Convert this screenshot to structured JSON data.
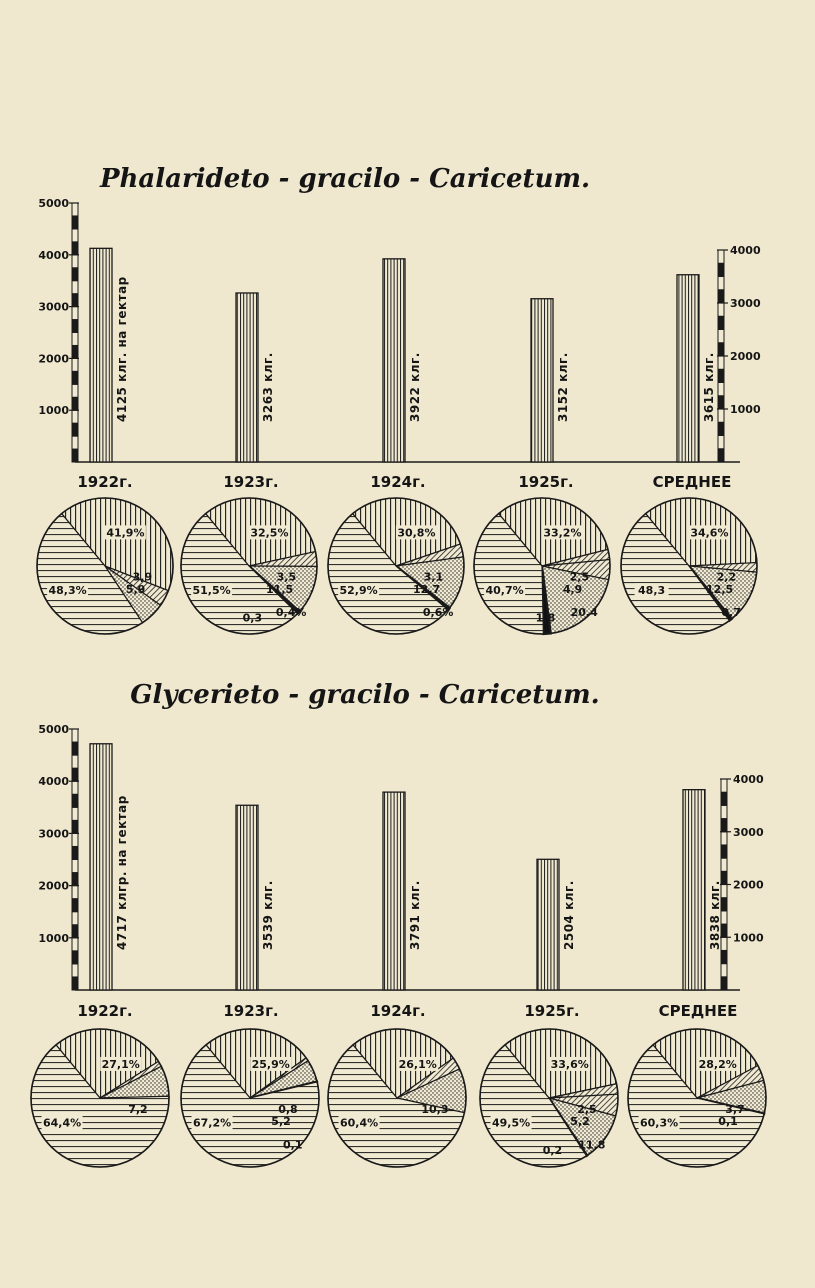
{
  "chart_data": [
    {
      "type": "bar",
      "title": "Phalarideto - gracilo - Caricetum.",
      "categories": [
        "1922г.",
        "1923г.",
        "1924г.",
        "1925г.",
        "СРЕДНЕЕ"
      ],
      "values": [
        4125,
        3263,
        3922,
        3152,
        3615
      ],
      "bar_labels": [
        "4125 клг. на гектар",
        "3263 клг.",
        "3922 клг.",
        "3152 клг.",
        "3615 клг."
      ],
      "ylim": [
        0,
        5000
      ],
      "left_ticks": [
        1000,
        2000,
        3000,
        4000,
        5000
      ],
      "right_ticks": [
        1000,
        2000,
        3000,
        4000
      ],
      "pies": [
        {
          "category": "1922г.",
          "labels": [
            "41,9%",
            "48,3%",
            "3,9",
            "5,9"
          ],
          "slices": [
            {
              "value": 41.9,
              "pattern": "vertical"
            },
            {
              "value": 3.9,
              "pattern": "diagonal"
            },
            {
              "value": 5.9,
              "pattern": "dotted"
            },
            {
              "value": 48.3,
              "pattern": "horizontal"
            }
          ]
        },
        {
          "category": "1923г.",
          "labels": [
            "32,5%",
            "51,5%",
            "3,5",
            "11,5",
            "0,4%",
            "0,3"
          ],
          "slices": [
            {
              "value": 32.5,
              "pattern": "vertical"
            },
            {
              "value": 3.5,
              "pattern": "diagonal"
            },
            {
              "value": 11.5,
              "pattern": "dotted"
            },
            {
              "value": 0.4,
              "pattern": "solid"
            },
            {
              "value": 0.3,
              "pattern": "solid"
            },
            {
              "value": 51.5,
              "pattern": "horizontal"
            }
          ]
        },
        {
          "category": "1924г.",
          "labels": [
            "30,8%",
            "52,9%",
            "3,1",
            "12,7",
            "0,6%"
          ],
          "slices": [
            {
              "value": 30.8,
              "pattern": "vertical"
            },
            {
              "value": 3.1,
              "pattern": "diagonal"
            },
            {
              "value": 12.7,
              "pattern": "dotted"
            },
            {
              "value": 0.6,
              "pattern": "solid"
            },
            {
              "value": 52.9,
              "pattern": "horizontal"
            }
          ]
        },
        {
          "category": "1925г.",
          "labels": [
            "33,2%",
            "40,7%",
            "2,5",
            "4,9",
            "20,4",
            "1,8"
          ],
          "slices": [
            {
              "value": 33.2,
              "pattern": "vertical"
            },
            {
              "value": 2.5,
              "pattern": "diagonal"
            },
            {
              "value": 4.9,
              "pattern": "diagonal"
            },
            {
              "value": 20.4,
              "pattern": "dotted"
            },
            {
              "value": 1.8,
              "pattern": "solid"
            },
            {
              "value": 40.7,
              "pattern": "horizontal"
            }
          ]
        },
        {
          "category": "СРЕДНЕЕ",
          "labels": [
            "34,6%",
            "48,3",
            "2,2",
            "12,5",
            "0,7"
          ],
          "slices": [
            {
              "value": 34.6,
              "pattern": "vertical"
            },
            {
              "value": 2.2,
              "pattern": "diagonal"
            },
            {
              "value": 12.5,
              "pattern": "dotted"
            },
            {
              "value": 0.7,
              "pattern": "solid"
            },
            {
              "value": 48.3,
              "pattern": "horizontal"
            }
          ]
        }
      ]
    },
    {
      "type": "bar",
      "title": "Glycerieto - gracilo - Caricetum.",
      "categories": [
        "1922г.",
        "1923г.",
        "1924г.",
        "1925г.",
        "СРЕДНЕЕ"
      ],
      "values": [
        4717,
        3539,
        3791,
        2504,
        3838
      ],
      "bar_labels": [
        "4717 клгр. на гектар",
        "3539 клг.",
        "3791 клг.",
        "2504 клг.",
        "3838 клг."
      ],
      "ylim": [
        0,
        5000
      ],
      "left_ticks": [
        1000,
        2000,
        3000,
        4000,
        5000
      ],
      "right_ticks": [
        1000,
        2000,
        3000,
        4000
      ],
      "pies": [
        {
          "category": "1922г.",
          "labels": [
            "27,1%",
            "64,4%",
            "7,2"
          ],
          "slices": [
            {
              "value": 27.1,
              "pattern": "vertical"
            },
            {
              "value": 1.3,
              "pattern": "diagonal"
            },
            {
              "value": 7.2,
              "pattern": "dotted"
            },
            {
              "value": 64.4,
              "pattern": "horizontal"
            }
          ]
        },
        {
          "category": "1923г.",
          "labels": [
            "25,9%",
            "67,2%",
            "0,8",
            "5,2",
            "0,1"
          ],
          "slices": [
            {
              "value": 25.9,
              "pattern": "vertical"
            },
            {
              "value": 0.8,
              "pattern": "diagonal"
            },
            {
              "value": 5.2,
              "pattern": "dotted"
            },
            {
              "value": 0.1,
              "pattern": "solid"
            },
            {
              "value": 67.2,
              "pattern": "horizontal"
            }
          ]
        },
        {
          "category": "1924г.",
          "labels": [
            "26,1%",
            "60,4%",
            "10,3"
          ],
          "slices": [
            {
              "value": 26.1,
              "pattern": "vertical"
            },
            {
              "value": 2.9,
              "pattern": "diagonal"
            },
            {
              "value": 10.3,
              "pattern": "dotted"
            },
            {
              "value": 60.4,
              "pattern": "horizontal"
            }
          ]
        },
        {
          "category": "1925г.",
          "labels": [
            "33,6%",
            "49,5%",
            "2,5",
            "5,2",
            "11,8",
            "0,2"
          ],
          "slices": [
            {
              "value": 33.6,
              "pattern": "vertical"
            },
            {
              "value": 2.5,
              "pattern": "diagonal"
            },
            {
              "value": 5.2,
              "pattern": "diagonal"
            },
            {
              "value": 11.8,
              "pattern": "dotted"
            },
            {
              "value": 0.2,
              "pattern": "solid"
            },
            {
              "value": 49.5,
              "pattern": "horizontal"
            }
          ]
        },
        {
          "category": "СРЕДНЕЕ",
          "labels": [
            "28,2%",
            "60,3%",
            "3,7",
            "0,1"
          ],
          "slices": [
            {
              "value": 28.2,
              "pattern": "vertical"
            },
            {
              "value": 3.7,
              "pattern": "diagonal"
            },
            {
              "value": 7.7,
              "pattern": "dotted"
            },
            {
              "value": 0.1,
              "pattern": "solid"
            },
            {
              "value": 60.3,
              "pattern": "horizontal"
            }
          ]
        }
      ]
    }
  ]
}
